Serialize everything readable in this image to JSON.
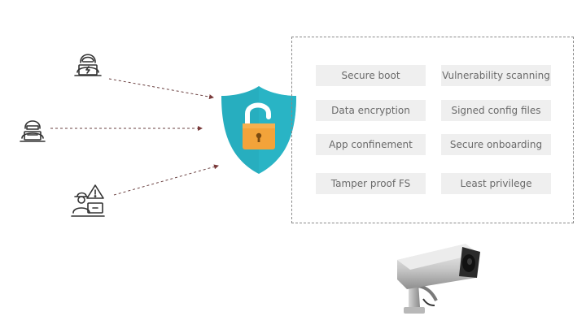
{
  "features": [
    {
      "label": "Secure boot"
    },
    {
      "label": "Vulnerability scanning"
    },
    {
      "label": "Data encryption"
    },
    {
      "label": "Signed config files"
    },
    {
      "label": "App confinement"
    },
    {
      "label": "Secure onboarding"
    },
    {
      "label": "Tamper proof FS"
    },
    {
      "label": "Least privilege"
    }
  ],
  "icons": {
    "attackers": [
      "hacker-icon",
      "hacker-icon",
      "hacker-warning-icon"
    ],
    "shield": "shield-unlocked-padlock-icon",
    "device": "security-camera-icon"
  },
  "colors": {
    "shield": "#27aebf",
    "padlock_body": "#f2a33a",
    "padlock_shackle": "#ffffff",
    "pill_bg": "#efefef",
    "pill_text": "#6a6a6a",
    "arrow": "#7a3a3a"
  }
}
